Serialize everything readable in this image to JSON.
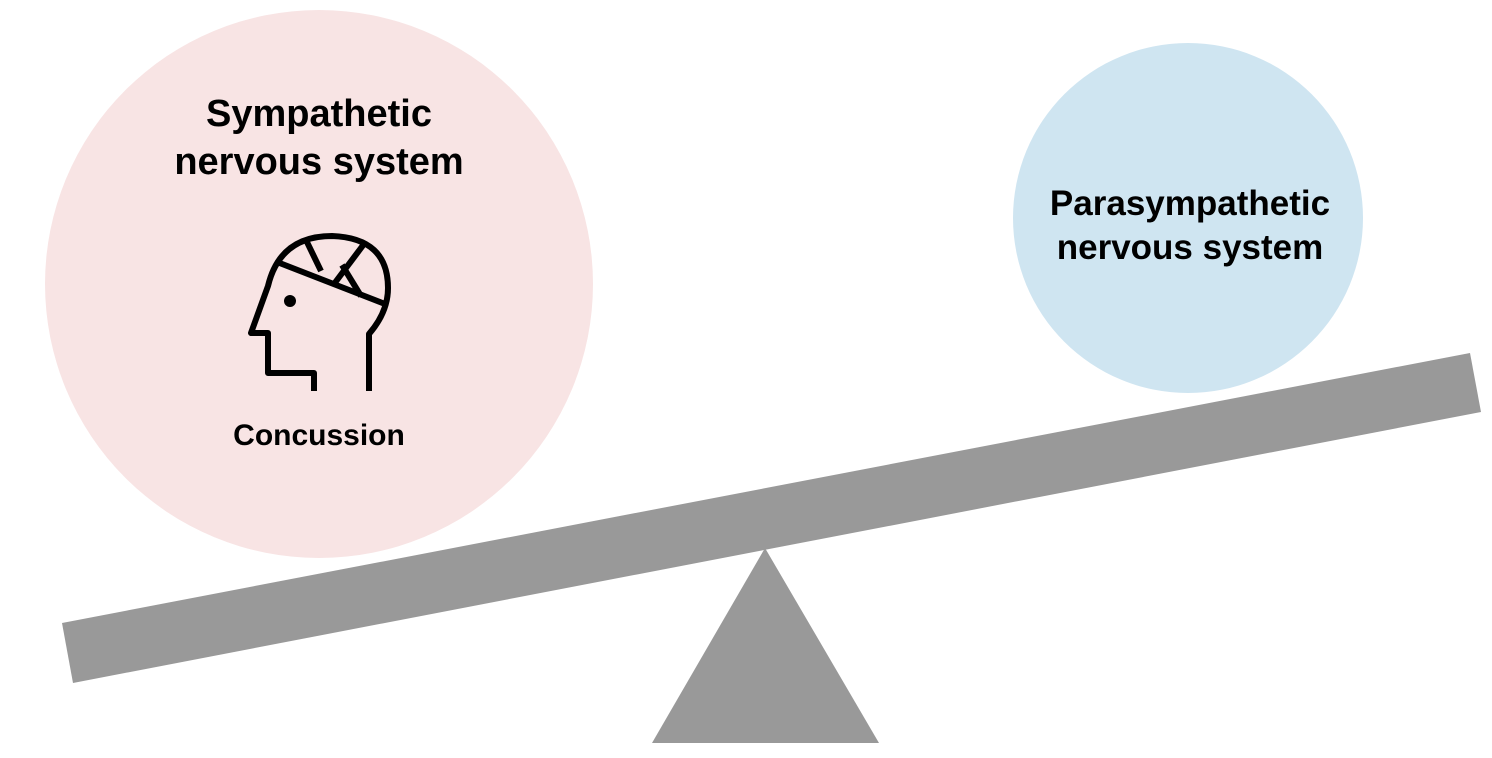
{
  "left_circle": {
    "title_line1": "Sympathetic",
    "title_line2": "nervous system",
    "caption": "Concussion",
    "icon": "bandaged-head-icon",
    "color": "#f8e4e4"
  },
  "right_circle": {
    "title_line1": "Parasympathetic",
    "title_line2": "nervous system",
    "color": "#cfe5f1"
  },
  "seesaw": {
    "color": "#999999"
  }
}
